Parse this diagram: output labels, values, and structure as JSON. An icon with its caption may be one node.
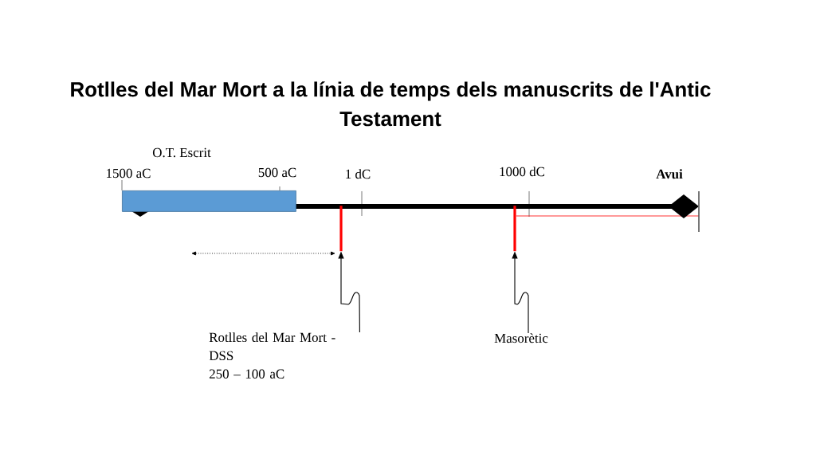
{
  "diagram": {
    "title": "Rotlles del Mar Mort a la línia de temps dels manuscrits de l'Antic Testament",
    "nodes": [
      {
        "text": [
          "O.T. Escrit"
        ]
      },
      {
        "text": [],
        "shape": "bar"
      },
      {
        "text": [],
        "shape": "bar"
      },
      {
        "text": [
          "Rotlles del Mar Mort - DSS",
          "250 – 100 aC"
        ]
      },
      {
        "text": [
          "Masorètic"
        ]
      }
    ],
    "edges": [
      {
        "from": 3,
        "to": 1,
        "arrow": "to"
      },
      {
        "from": 4,
        "to": 2,
        "arrow": "to"
      }
    ],
    "labels": [
      "1500 aC",
      "500 aC",
      "1 dC",
      "1000 dC",
      "Avui"
    ]
  }
}
